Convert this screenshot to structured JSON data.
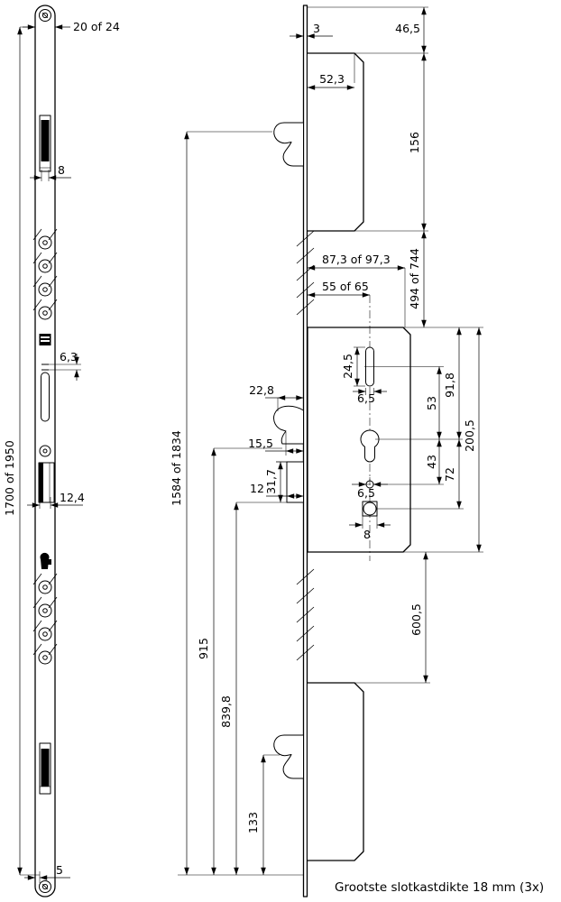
{
  "caption": "Grootste slotkastdikte 18 mm (3x)",
  "front_view": {
    "faceplate_width": "20 of 24",
    "latch_width": "8",
    "detail_gap": "6,3",
    "case_front_width": "12,4",
    "total_length": "1700 of 1950",
    "end_offset": "5"
  },
  "side_view": {
    "faceplate_thickness": "3",
    "top_to_hook_housing": "46,5",
    "hook_housing_length": "156",
    "hook_housing_depth": "52,3",
    "case_depth": "87,3 of 97,3",
    "hook_to_case": "494 of 744",
    "backset": "55 of 65",
    "spindle_slot_length": "24,5",
    "spindle_slot_width": "6,5",
    "slot_to_cylinder": "53",
    "case_top_to_cylinder": "91,8",
    "nose_projection": "22,8",
    "case_length": "200,5",
    "latch_projection": "15,5",
    "cylinder_to_hole": "43",
    "cylinder_to_follower": "72",
    "aux_case_length": "31,7",
    "aux_projection": "12",
    "hole_diameter": "6,5",
    "follower_size": "8",
    "hook_to_end": "1584 of 1834",
    "latch_to_end": "915",
    "aux_to_end": "839,8",
    "case_to_lower_housing": "600,5",
    "lower_hook_to_end": "133"
  }
}
